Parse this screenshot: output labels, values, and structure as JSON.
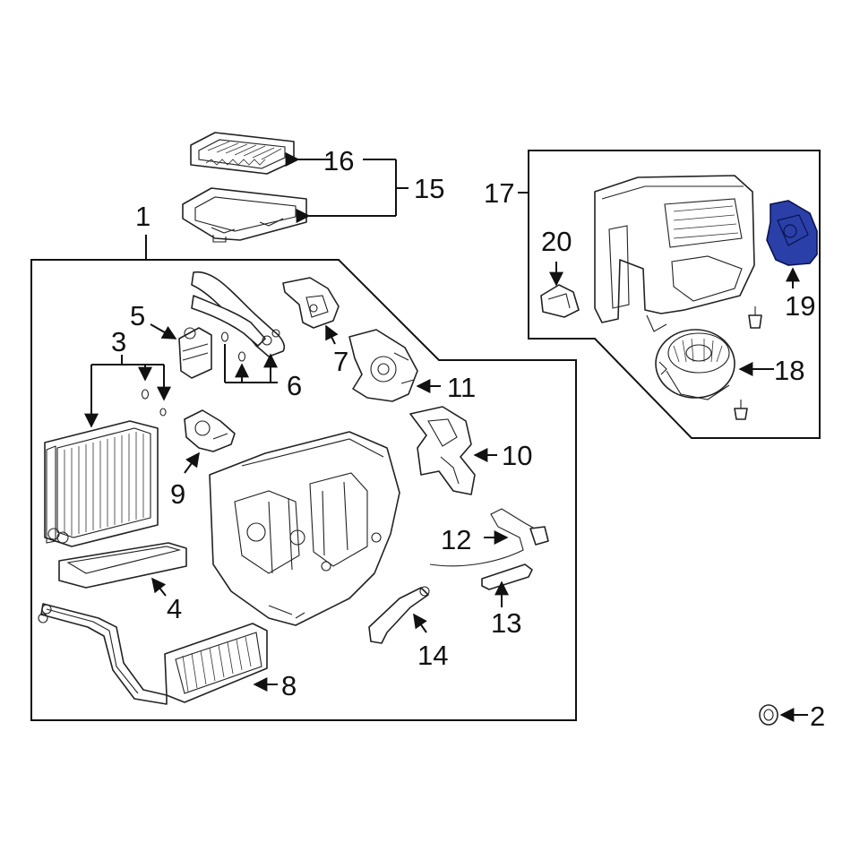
{
  "highlight_color": "#2b3fa8",
  "line_color": "#111111",
  "callouts": {
    "c1": "1",
    "c2": "2",
    "c3": "3",
    "c4": "4",
    "c5": "5",
    "c6": "6",
    "c7": "7",
    "c8": "8",
    "c9": "9",
    "c10": "10",
    "c11": "11",
    "c12": "12",
    "c13": "13",
    "c14": "14",
    "c15": "15",
    "c16": "16",
    "c17": "17",
    "c18": "18",
    "c19": "19",
    "c20": "20"
  },
  "highlighted_part": "19"
}
